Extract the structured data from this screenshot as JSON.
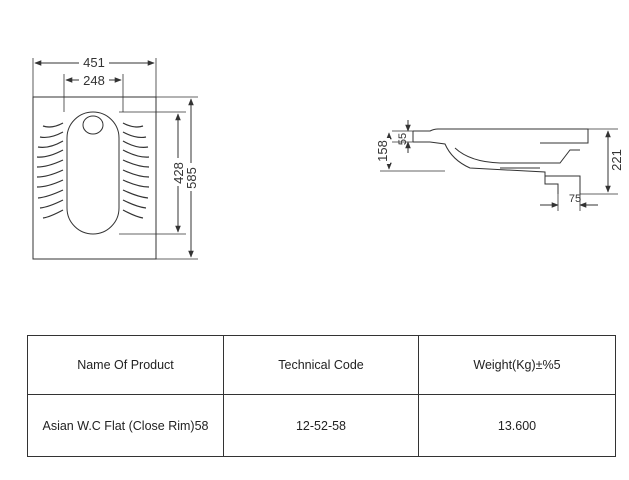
{
  "plan_view": {
    "dims": {
      "overall_width": "451",
      "inner_width": "248",
      "inner_length": "428",
      "overall_length": "585"
    }
  },
  "side_view": {
    "dims": {
      "total_height": "158",
      "rim_height": "55",
      "outlet_height": "221",
      "outlet_offset": "75"
    }
  },
  "spec_table": {
    "headers": {
      "name": "Name Of Product",
      "code": "Technical Code",
      "weight": "Weight(Kg)±%5"
    },
    "row": {
      "name": "Asian W.C Flat (Close Rim)58",
      "code": "12-52-58",
      "weight": "13.600"
    }
  }
}
